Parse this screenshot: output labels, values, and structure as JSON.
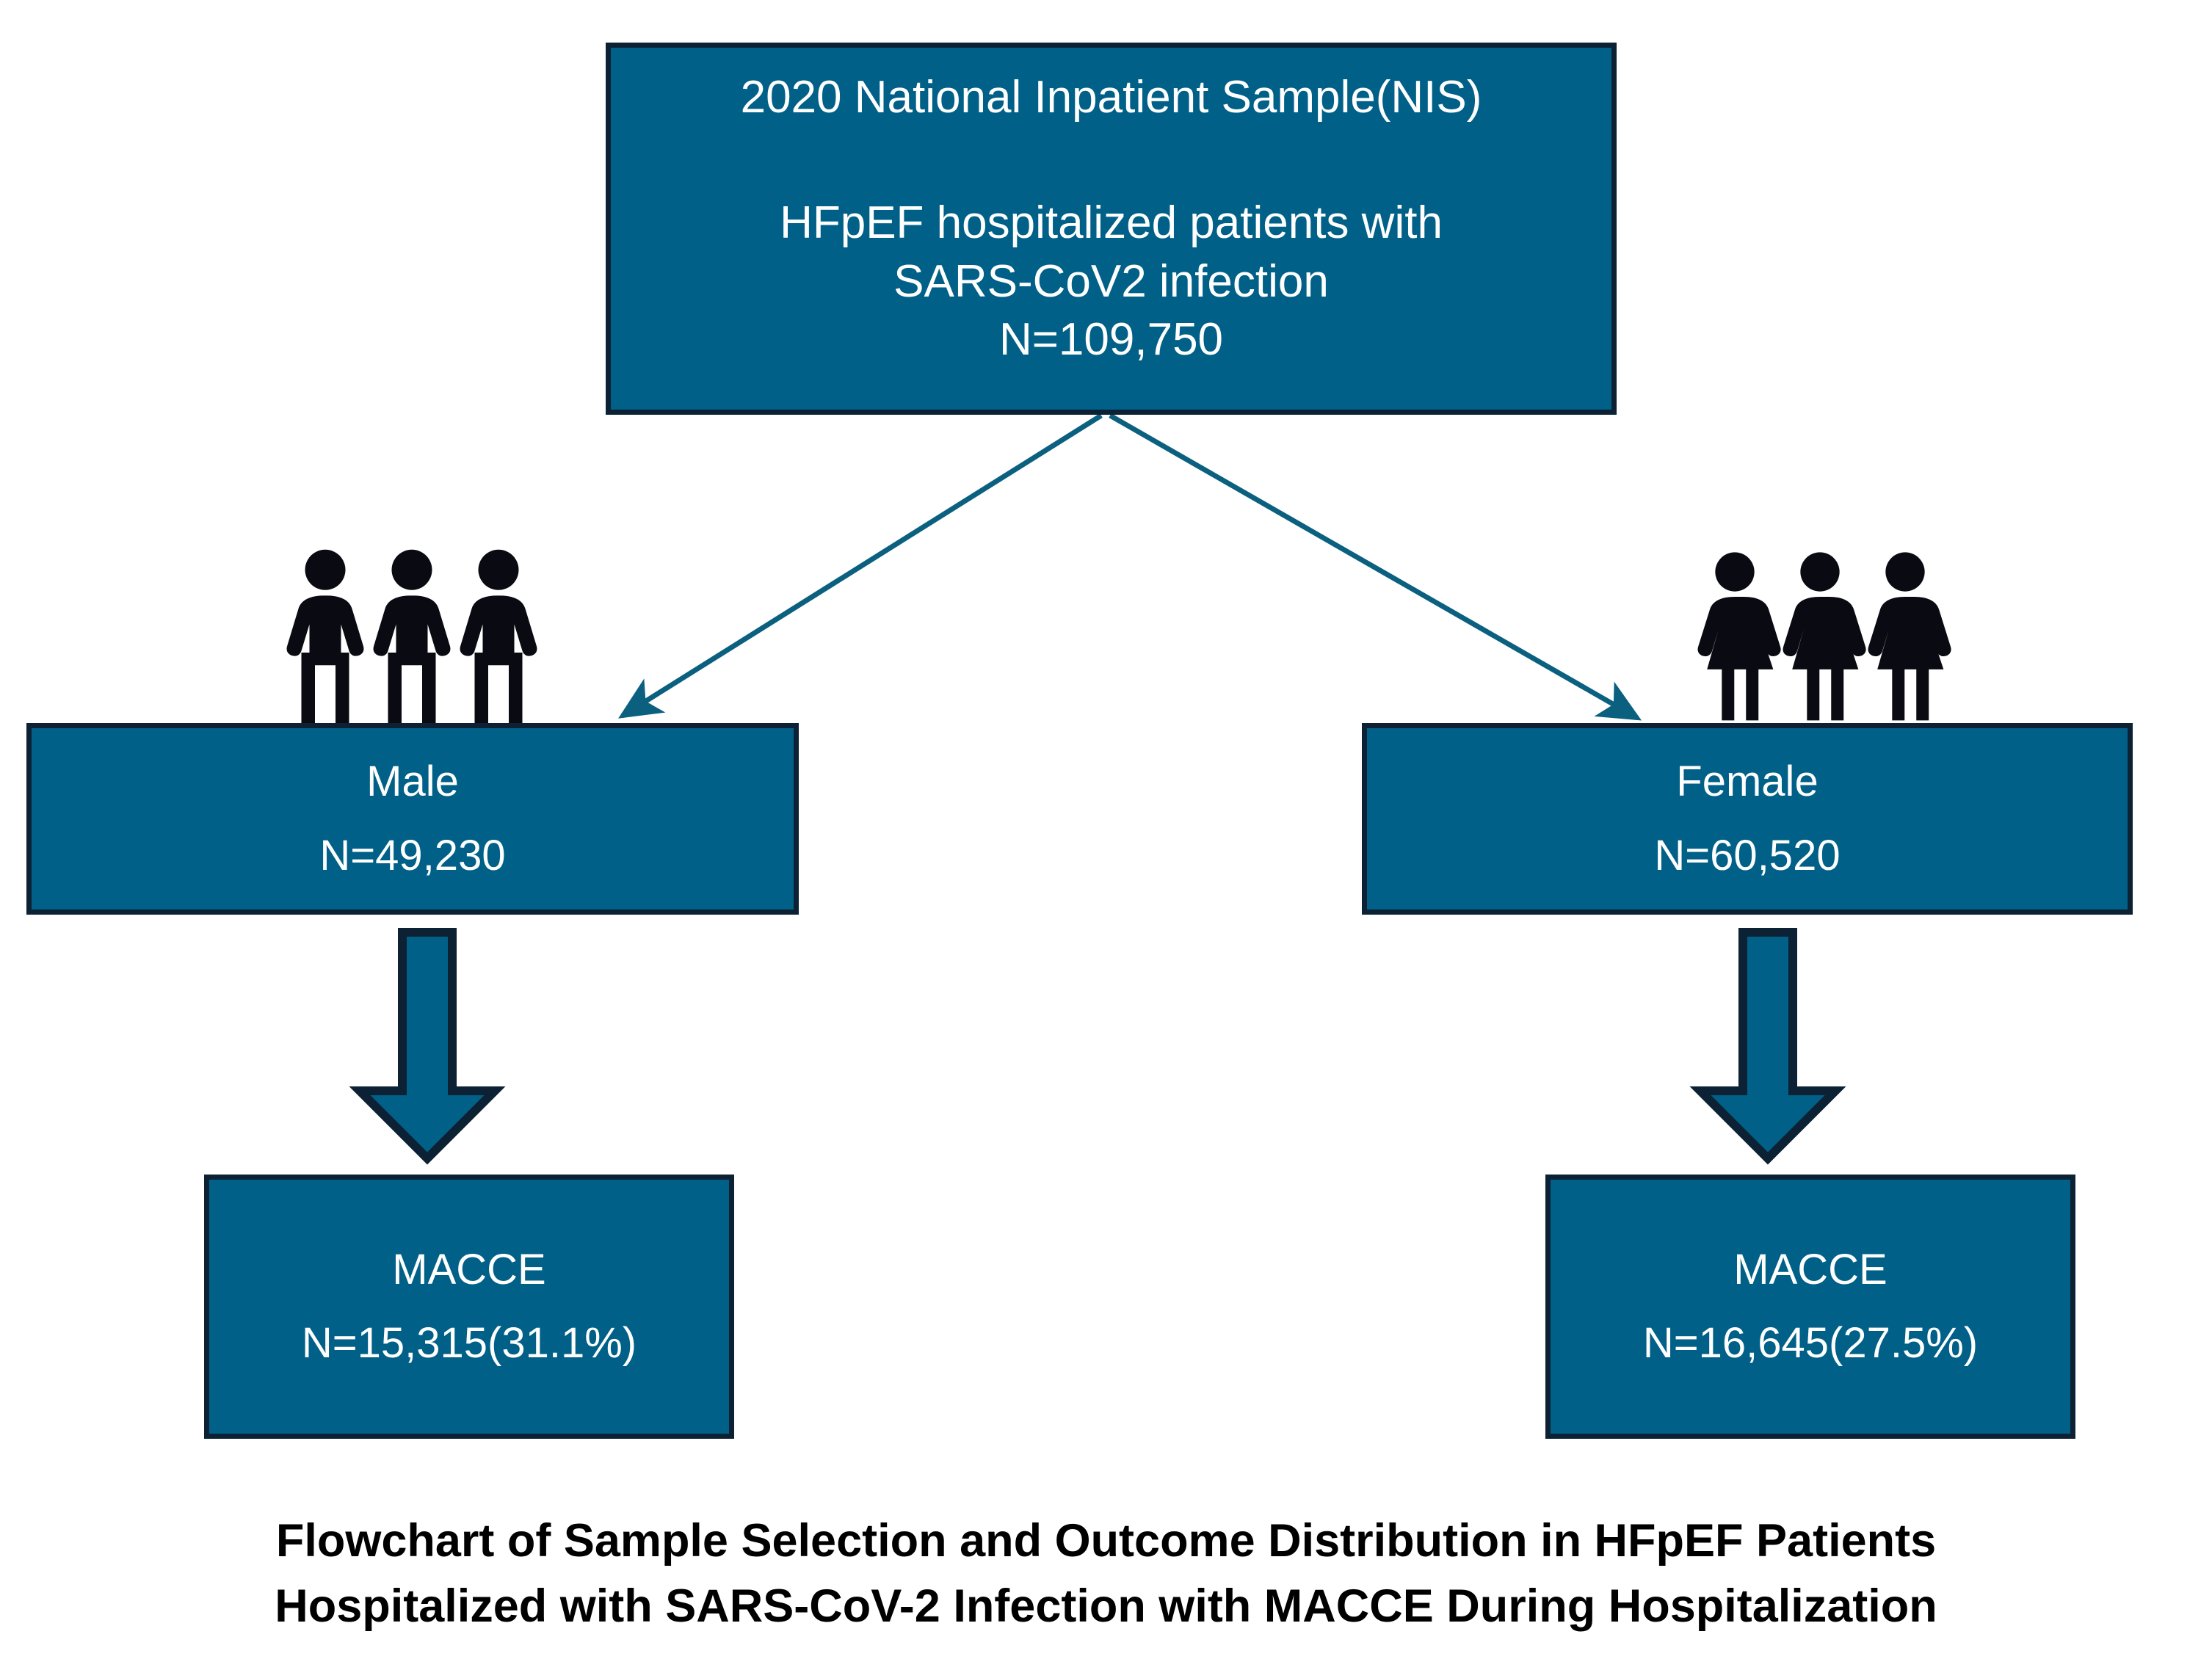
{
  "figure": {
    "type": "flowchart",
    "theme": {
      "box_fill": "#016088",
      "box_border": "#0c2133",
      "box_text": "#ffffff",
      "arrow_color": "#0b6080",
      "block_arrow_fill": "#016088",
      "block_arrow_outline": "#0c2133",
      "pictogram_color": "#0a0a12",
      "background": "#ffffff",
      "caption_color": "#000000"
    },
    "nodes": {
      "source": {
        "id": "source-box",
        "title": "2020 National Inpatient Sample(NIS)",
        "line_1": "HFpEF hospitalized patients with",
        "line_2": "SARS-CoV2 infection",
        "line_3": "N=109,750"
      },
      "male": {
        "id": "male-box",
        "label": "Male",
        "count": "N=49,230"
      },
      "female": {
        "id": "female-box",
        "label": "Female",
        "count": "N=60,520"
      },
      "macce_male": {
        "id": "macce-male-box",
        "label": "MACCE",
        "count": "N=15,315(31.1%)"
      },
      "macce_female": {
        "id": "macce-female-box",
        "label": "MACCE",
        "count": "N=16,645(27.5%)"
      }
    },
    "icons": {
      "male_group": "male-person-icon",
      "female_group": "female-person-icon",
      "male_group_count": 3,
      "female_group_count": 3,
      "split_arrow_left": "diagonal-arrow-icon",
      "split_arrow_right": "diagonal-arrow-icon",
      "block_arrow_left": "down-block-arrow-icon",
      "block_arrow_right": "down-block-arrow-icon"
    },
    "caption": {
      "line_1": "Flowchart of Sample Selection and Outcome Distribution in HFpEF Patients",
      "line_2": "Hospitalized with SARS-CoV-2 Infection with MACCE During Hospitalization"
    }
  },
  "chart_data": {
    "type": "flowchart",
    "title": "Flowchart of Sample Selection and Outcome Distribution in HFpEF Patients Hospitalized with SARS-CoV-2 Infection with MACCE During Hospitalization",
    "total_n": 109750,
    "nodes": [
      {
        "id": "source",
        "label": "2020 National Inpatient Sample(NIS) - HFpEF hospitalized patients with SARS-CoV2 infection",
        "n": 109750
      },
      {
        "id": "male",
        "label": "Male",
        "n": 49230
      },
      {
        "id": "female",
        "label": "Female",
        "n": 60520
      },
      {
        "id": "macce_male",
        "label": "MACCE",
        "n": 15315,
        "percent": 31.1
      },
      {
        "id": "macce_female",
        "label": "MACCE",
        "n": 16645,
        "percent": 27.5
      }
    ],
    "edges": [
      {
        "from": "source",
        "to": "male",
        "style": "thin-diagonal-arrow"
      },
      {
        "from": "source",
        "to": "female",
        "style": "thin-diagonal-arrow"
      },
      {
        "from": "male",
        "to": "macce_male",
        "style": "block-arrow"
      },
      {
        "from": "female",
        "to": "macce_female",
        "style": "block-arrow"
      }
    ]
  }
}
